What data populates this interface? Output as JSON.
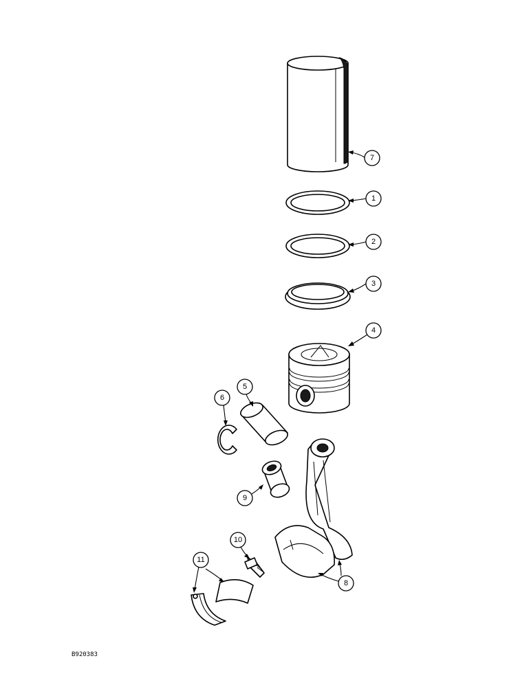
{
  "callouts": {
    "c1": "1",
    "c2": "2",
    "c3": "3",
    "c4": "4",
    "c5": "5",
    "c6": "6",
    "c7": "7",
    "c8": "8",
    "c9": "9",
    "c10": "10",
    "c11": "11"
  },
  "reference_number": "B920383"
}
